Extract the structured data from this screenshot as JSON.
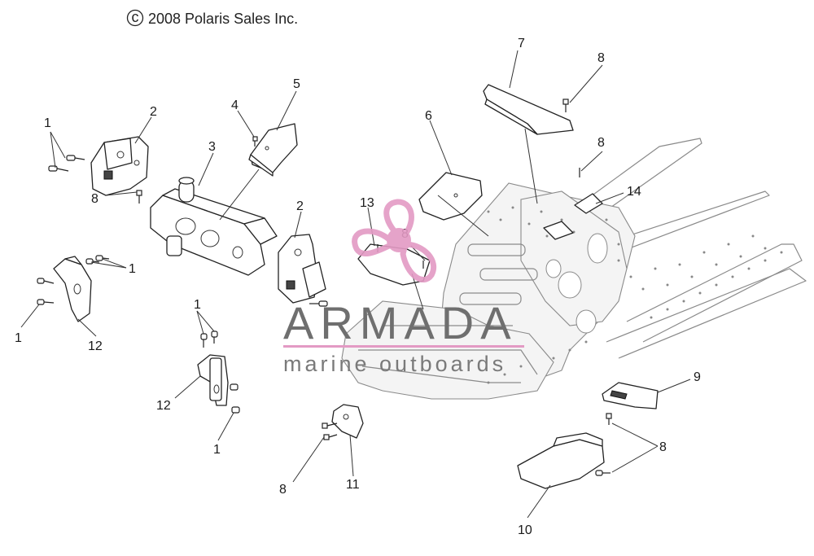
{
  "copyright": {
    "symbol": "c",
    "text": "2008 Polaris Sales Inc."
  },
  "callouts": {
    "c1a": "1",
    "c1b": "1",
    "c1c": "1",
    "c1d": "1",
    "c1e": "1",
    "c2a": "2",
    "c2b": "2",
    "c3": "3",
    "c4": "4",
    "c5": "5",
    "c6": "6",
    "c7": "7",
    "c8a": "8",
    "c8b": "8",
    "c8c": "8",
    "c8d": "8",
    "c8e": "8",
    "c8f": "8",
    "c9": "9",
    "c10": "10",
    "c11": "11",
    "c12a": "12",
    "c12b": "12",
    "c13": "13",
    "c14": "14"
  },
  "watermark": {
    "brand": "ARMADA",
    "tagline": "marine outboards",
    "logo": "propeller-logo",
    "colors": {
      "logo": "#e39ac4",
      "text": "#6f6f6f"
    }
  }
}
